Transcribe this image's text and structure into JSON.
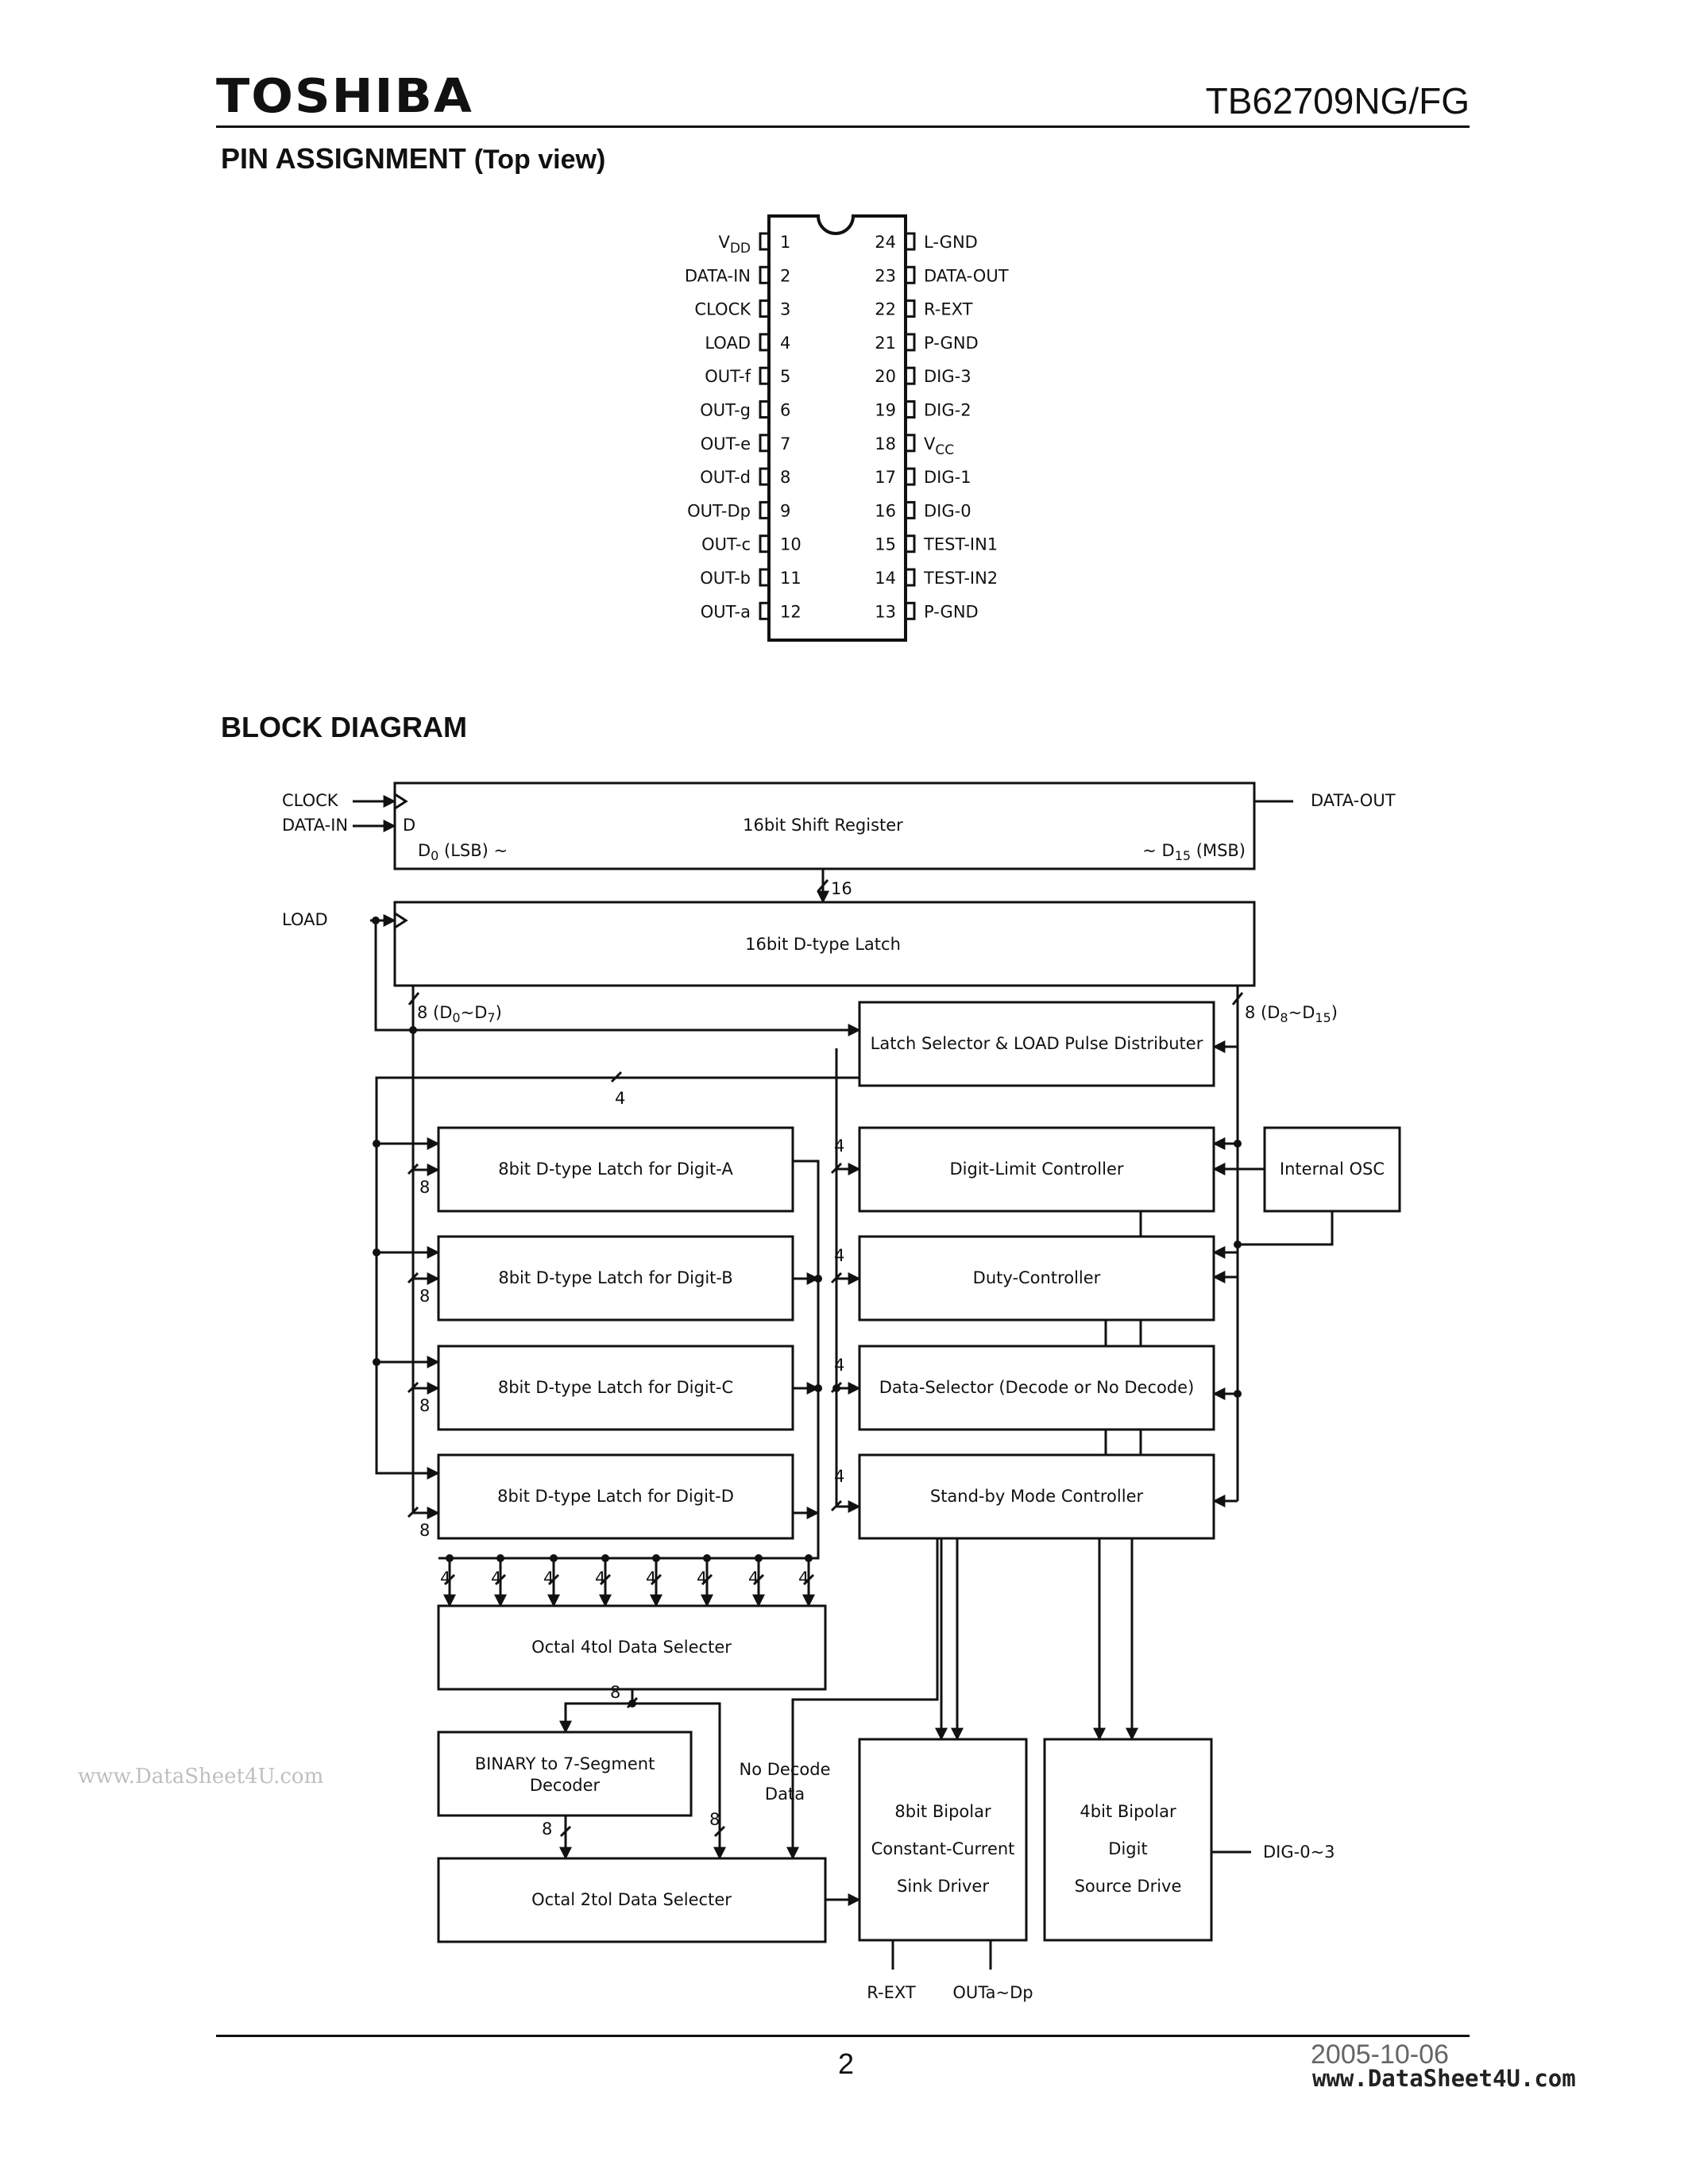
{
  "header": {
    "logo": "TOSHIBA",
    "part_number": "TB62709NG/FG"
  },
  "sections": {
    "pin_assignment": {
      "title": "PIN ASSIGNMENT",
      "subtitle": "(Top view)"
    },
    "block_diagram": {
      "title": "BLOCK DIAGRAM"
    }
  },
  "pins": {
    "left": [
      {
        "num": "1",
        "name": "V",
        "sub": "DD"
      },
      {
        "num": "2",
        "name": "DATA-IN"
      },
      {
        "num": "3",
        "name": "CLOCK"
      },
      {
        "num": "4",
        "name": "LOAD"
      },
      {
        "num": "5",
        "name": "OUT-f"
      },
      {
        "num": "6",
        "name": "OUT-g"
      },
      {
        "num": "7",
        "name": "OUT-e"
      },
      {
        "num": "8",
        "name": "OUT-d"
      },
      {
        "num": "9",
        "name": "OUT-Dp"
      },
      {
        "num": "10",
        "name": "OUT-c"
      },
      {
        "num": "11",
        "name": "OUT-b"
      },
      {
        "num": "12",
        "name": "OUT-a"
      }
    ],
    "right": [
      {
        "num": "24",
        "name": "L-GND"
      },
      {
        "num": "23",
        "name": "DATA-OUT"
      },
      {
        "num": "22",
        "name": "R-EXT"
      },
      {
        "num": "21",
        "name": "P-GND"
      },
      {
        "num": "20",
        "name": "DIG-3"
      },
      {
        "num": "19",
        "name": "DIG-2"
      },
      {
        "num": "18",
        "name": "V",
        "sub": "CC"
      },
      {
        "num": "17",
        "name": "DIG-1"
      },
      {
        "num": "16",
        "name": "DIG-0"
      },
      {
        "num": "15",
        "name": "TEST-IN1"
      },
      {
        "num": "14",
        "name": "TEST-IN2"
      },
      {
        "num": "13",
        "name": "P-GND"
      }
    ]
  },
  "diagram": {
    "signals": {
      "clock": "CLOCK",
      "data_in": "DATA-IN",
      "d_label": "D",
      "data_out": "DATA-OUT",
      "load": "LOAD",
      "d0": "D",
      "d0_sub": "0",
      "lsb": " (LSB) ~",
      "d15_pre": "~ D",
      "d15_sub": "15",
      "msb": " (MSB)",
      "bus16": "16",
      "bus_lo": "8 (D",
      "bus_lo_s1": "0",
      "bus_lo_mid": "~D",
      "bus_lo_s2": "7",
      "bus_lo_end": ")",
      "bus_hi": "8 (D",
      "bus_hi_s1": "8",
      "bus_hi_mid": "~D",
      "bus_hi_s2": "15",
      "bus_hi_end": ")",
      "bus4": "4",
      "bus8": "8",
      "r_ext": "R-EXT",
      "out_a_dp": "OUTa~Dp",
      "dig": "DIG-0~3"
    },
    "blocks": {
      "shift_register": "16bit Shift Register",
      "latch16": "16bit D-type Latch",
      "latch_selector": "Latch Selector & LOAD Pulse Distributer",
      "latch_a": "8bit D-type Latch for Digit-A",
      "latch_b": "8bit D-type Latch for Digit-B",
      "latch_c": "8bit D-type Latch for Digit-C",
      "latch_d": "8bit D-type Latch for Digit-D",
      "digit_limit": "Digit-Limit Controller",
      "duty": "Duty-Controller",
      "data_selector": "Data-Selector (Decode or No Decode)",
      "standby": "Stand-by Mode Controller",
      "internal_osc": "Internal OSC",
      "octal_4to1": "Octal 4tol Data Selecter",
      "decoder_l1": "BINARY to 7-Segment",
      "decoder_l2": "Decoder",
      "no_decode_l1": "No Decode",
      "no_decode_l2": "Data",
      "octal_2to1": "Octal 2tol Data Selecter",
      "sink_l1": "8bit Bipolar",
      "sink_l2": "Constant-Current",
      "sink_l3": "Sink Driver",
      "source_l1": "4bit Bipolar",
      "source_l2": "Digit",
      "source_l3": "Source Drive"
    }
  },
  "footer": {
    "page": "2",
    "date": "2005-10-06"
  },
  "watermarks": {
    "left": "www.DataSheet4U.com",
    "right": "www.DataSheet4U.com"
  }
}
